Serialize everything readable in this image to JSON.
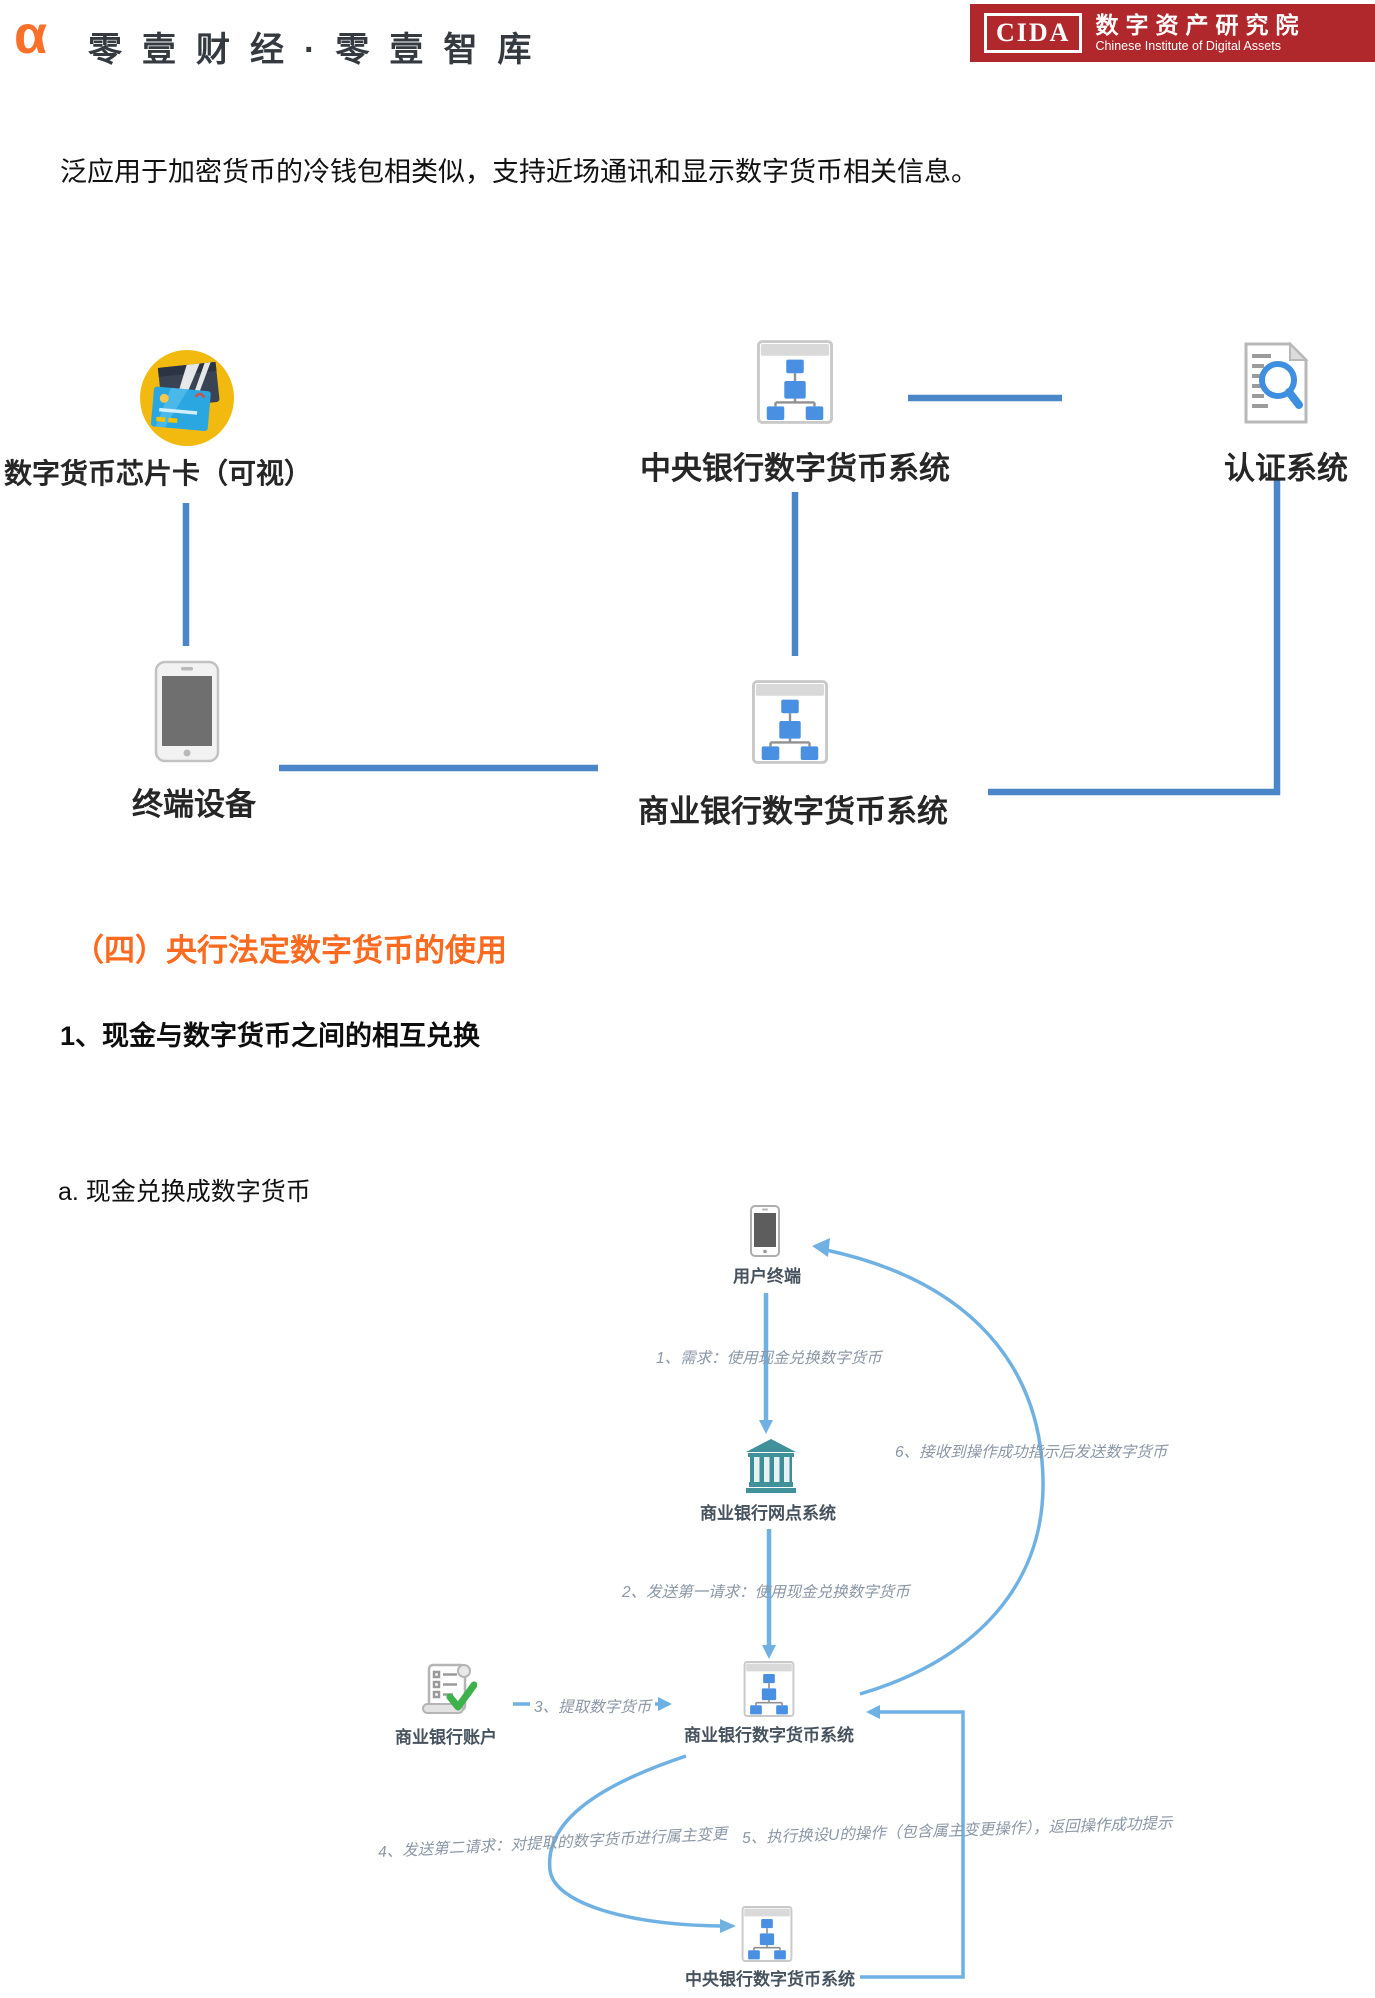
{
  "header": {
    "left_logo": {
      "alpha_glyph": "α",
      "text": "零壹财经·零壹智库"
    },
    "right_logo": {
      "abbr": "CIDA",
      "cn_name": "数字资产研究院",
      "en_name": "Chinese Institute of Digital Assets"
    }
  },
  "paragraph": "泛应用于加密货币的冷钱包相类似，支持近场通讯和显示数字货币相关信息。",
  "headings": {
    "section": "（四）央行法定数字货币的使用",
    "subsection": "1、现金与数字货币之间的相互兑换",
    "item": "a. 现金兑换成数字货币"
  },
  "diagram1": {
    "nodes": {
      "chip_card": "数字货币芯片卡（可视）",
      "central_bank_system": "中央银行数字货币系统",
      "auth_system": "认证系统",
      "terminal": "终端设备",
      "commercial_bank_system": "商业银行数字货币系统"
    },
    "line_color": "#4a86c8"
  },
  "diagram2": {
    "nodes": {
      "user_terminal": "用户终端",
      "bank_branch_system": "商业银行网点系统",
      "bank_account": "商业银行账户",
      "commercial_bank_dc_system": "商业银行数字货币系统",
      "central_bank_dc_system": "中央银行数字货币系统"
    },
    "steps": {
      "s1": "1、需求：使用现金兑换数字货币",
      "s2": "2、发送第一请求：使用现金兑换数字货币",
      "s3": "3、提取数字货币",
      "s4": "4、发送第二请求：对提取的数字货币进行属主变更",
      "s5": "5、执行换设U的操作（包含属主变更操作），返回操作成功提示",
      "s6": "6、接收到操作成功指示后发送数字货币"
    },
    "arrow_color": "#6fb1e2"
  },
  "colors": {
    "accent_orange": "#fb6a1e",
    "brand_red": "#b1282c",
    "diagram1_line": "#4a86c8",
    "flow_blue": "#6fb1e2",
    "bank_teal": "#41919b",
    "card_yellow": "#f2ba0f",
    "check_green": "#3bb24a",
    "icon_blue": "#4a90e2"
  }
}
